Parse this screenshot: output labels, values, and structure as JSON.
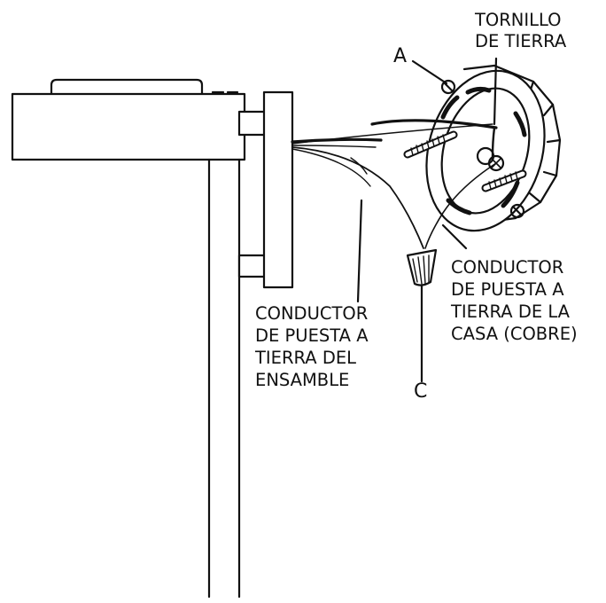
{
  "labels": {
    "a": "A",
    "c": "C",
    "ground_screw": [
      "TORNILLO",
      "DE TIERRA"
    ],
    "house_ground": [
      "CONDUCTOR",
      "DE PUESTA A",
      "TIERRA DE LA",
      "CASA (COBRE)"
    ],
    "fixture_ground": [
      "CONDUCTOR",
      "DE PUESTA A",
      "TIERRA DEL",
      "ENSAMBLE"
    ]
  },
  "colors": {
    "line": "#111111",
    "background": "#ffffff"
  }
}
